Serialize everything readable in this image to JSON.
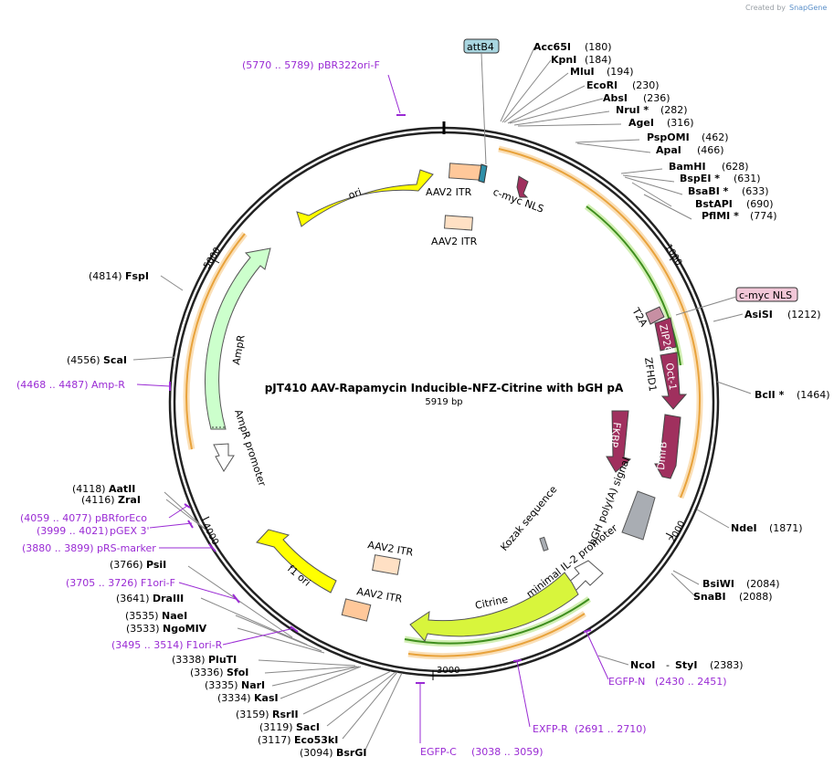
{
  "credit": {
    "prefix": "Created by",
    "brand": "SnapGene"
  },
  "plasmid": {
    "name": "pJT410 AAV-Rapamycin Inducible-NFZ-Citrine with bGH pA",
    "size": "5919 bp"
  },
  "ticks": [
    {
      "label": "1000",
      "bp": 1000
    },
    {
      "label": "2000",
      "bp": 2000
    },
    {
      "label": "3000",
      "bp": 3000
    },
    {
      "label": "4000",
      "bp": 4000
    },
    {
      "label": "5000",
      "bp": 5000
    }
  ],
  "features": [
    {
      "name": "ori",
      "color": "#ffff00"
    },
    {
      "name": "AAV2 ITR",
      "color": "#ffc89a"
    },
    {
      "name": "AAV2 ITR",
      "color": "#ffe0c4"
    },
    {
      "name": "c-myc NLS",
      "color": "#a0305e"
    },
    {
      "name": "T2A",
      "color": "#c78fa3"
    },
    {
      "name": "ZIP268",
      "color": "#a0305e"
    },
    {
      "name": "Oct-1",
      "color": "#a0305e"
    },
    {
      "name": "ZFHD1",
      "color": "#a0305e"
    },
    {
      "name": "FKBP",
      "color": "#a0305e"
    },
    {
      "name": "DmrB",
      "color": "#a0305e"
    },
    {
      "name": "bGH poly(A) signal",
      "color": "#a9adb3"
    },
    {
      "name": "Kozak sequence",
      "color": "#a9adb3"
    },
    {
      "name": "minimal IL-2 promoter",
      "color": "#ffffff"
    },
    {
      "name": "Citrine",
      "color": "#d8f53c"
    },
    {
      "name": "AAV2 ITR",
      "color": "#ffe0c4"
    },
    {
      "name": "AAV2 ITR",
      "color": "#ffc89a"
    },
    {
      "name": "f1 ori",
      "color": "#ffff00"
    },
    {
      "name": "AmpR",
      "color": "#ccffcc"
    },
    {
      "name": "AmpR promoter",
      "color": "#ffffff"
    },
    {
      "name": "attB4",
      "color": "#a9d6e0"
    }
  ],
  "sites": [
    {
      "name": "Acc65I",
      "pos": "(180)"
    },
    {
      "name": "KpnI",
      "pos": "(184)"
    },
    {
      "name": "MluI",
      "pos": "(194)"
    },
    {
      "name": "EcoRI",
      "pos": "(230)"
    },
    {
      "name": "AbsI",
      "pos": "(236)"
    },
    {
      "name": "NruI *",
      "pos": "(282)"
    },
    {
      "name": "AgeI",
      "pos": "(316)"
    },
    {
      "name": "PspOMI",
      "pos": "(462)"
    },
    {
      "name": "ApaI",
      "pos": "(466)"
    },
    {
      "name": "BamHI",
      "pos": "(628)"
    },
    {
      "name": "BspEI *",
      "pos": "(631)"
    },
    {
      "name": "BsaBI *",
      "pos": "(633)"
    },
    {
      "name": "BstAPI",
      "pos": "(690)"
    },
    {
      "name": "PflMI *",
      "pos": "(774)"
    },
    {
      "name": "AsiSI",
      "pos": "(1212)"
    },
    {
      "name": "BclI *",
      "pos": "(1464)"
    },
    {
      "name": "NdeI",
      "pos": "(1871)"
    },
    {
      "name": "BsiWI",
      "pos": "(2084)"
    },
    {
      "name": "SnaBI",
      "pos": "(2088)"
    },
    {
      "name": "NcoI",
      "pos": ""
    },
    {
      "name": "StyI",
      "pos": "(2383)"
    },
    {
      "name": "BsrGI",
      "pos": "(3094)"
    },
    {
      "name": "Eco53kI",
      "pos": "(3117)"
    },
    {
      "name": "SacI",
      "pos": "(3119)"
    },
    {
      "name": "RsrII",
      "pos": "(3159)"
    },
    {
      "name": "KasI",
      "pos": "(3334)"
    },
    {
      "name": "NarI",
      "pos": "(3335)"
    },
    {
      "name": "SfoI",
      "pos": "(3336)"
    },
    {
      "name": "PluTI",
      "pos": "(3338)"
    },
    {
      "name": "NgoMIV",
      "pos": "(3533)"
    },
    {
      "name": "NaeI",
      "pos": "(3535)"
    },
    {
      "name": "DraIII",
      "pos": "(3641)"
    },
    {
      "name": "PsiI",
      "pos": "(3766)"
    },
    {
      "name": "ZraI",
      "pos": "(4116)"
    },
    {
      "name": "AatII",
      "pos": "(4118)"
    },
    {
      "name": "ScaI",
      "pos": "(4556)"
    },
    {
      "name": "FspI",
      "pos": "(4814)"
    }
  ],
  "primers": [
    {
      "name": "pBR322ori-F",
      "pos": "(5770 .. 5789)"
    },
    {
      "name": "Amp-R",
      "pos": "(4468 .. 4487)"
    },
    {
      "name": "pBRforEco",
      "pos": "(4059 .. 4077)"
    },
    {
      "name": "pGEX 3'",
      "pos": "(3999 .. 4021)"
    },
    {
      "name": "pRS-marker",
      "pos": "(3880 .. 3899)"
    },
    {
      "name": "F1ori-F",
      "pos": "(3705 .. 3726)"
    },
    {
      "name": "F1ori-R",
      "pos": "(3495 .. 3514)"
    },
    {
      "name": "EGFP-N",
      "pos": "(2430 .. 2451)"
    },
    {
      "name": "EXFP-R",
      "pos": "(2691 .. 2710)"
    },
    {
      "name": "EGFP-C",
      "pos": "(3038 .. 3059)"
    }
  ],
  "boxed": [
    {
      "name": "attB4",
      "color": "#a9d6e0"
    },
    {
      "name": "c-myc NLS",
      "color": "#f2c7d8"
    }
  ]
}
